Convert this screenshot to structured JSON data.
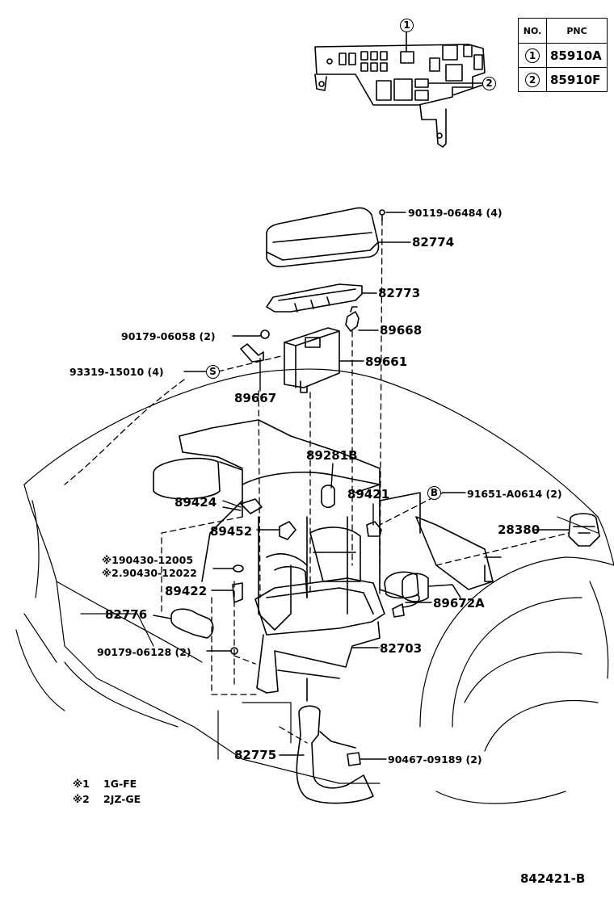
{
  "pnc_table": {
    "header_no": "NO.",
    "header_pnc": "PNC",
    "rows": [
      {
        "no": "1",
        "pnc": "85910A"
      },
      {
        "no": "2",
        "pnc": "85910F"
      }
    ]
  },
  "inset_callouts": [
    "1",
    "2"
  ],
  "parts": {
    "p90119": "90119-06484 (4)",
    "p82774": "82774",
    "p82773": "82773",
    "p90179a": "90179-06058 (2)",
    "p89668": "89668",
    "p93319": "93319-15010 (4)",
    "p93319_mark": "S",
    "p89661": "89661",
    "p89667": "89667",
    "p89281b": "89281B",
    "p89421": "89421",
    "p91651": "91651-A0614 (2)",
    "p91651_mark": "B",
    "p89424": "89424",
    "p28380": "28380",
    "p89452": "89452",
    "p190430": "※190430-12005",
    "p290430": "※2.90430-12022",
    "p89422": "89422",
    "p89672a": "89672A",
    "p82776": "82776",
    "p90179b": "90179-06128 (2)",
    "p82703": "82703",
    "p82775": "82775",
    "p90467": "90467-09189 (2)"
  },
  "notes": [
    {
      "mark": "※1",
      "text": "1G-FE"
    },
    {
      "mark": "※2",
      "text": "2JZ-GE"
    }
  ],
  "diagram_id": "842421-B"
}
